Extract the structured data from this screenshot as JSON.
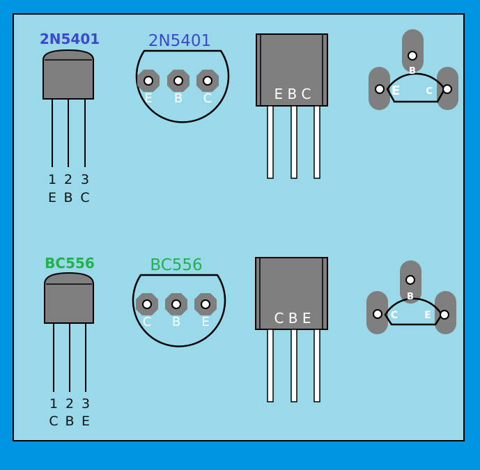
{
  "colors": {
    "background": "#0095E3",
    "panel": "#99D9EA",
    "body": "#7F7F7F",
    "outline": "#000000",
    "pnp_title": "#3F48CC",
    "bc_title": "#22B14C"
  },
  "devices": [
    {
      "part": "2N5401",
      "pin_numbers": [
        "1",
        "2",
        "3"
      ],
      "pin_names": [
        "E",
        "B",
        "C"
      ],
      "bottom_view": [
        "E",
        "B",
        "C"
      ],
      "side_view": "E B C",
      "footprint": {
        "top": "B",
        "left": "E",
        "right": "C"
      }
    },
    {
      "part": "BC556",
      "pin_numbers": [
        "1",
        "2",
        "3"
      ],
      "pin_names": [
        "C",
        "B",
        "E"
      ],
      "bottom_view": [
        "C",
        "B",
        "E"
      ],
      "side_view": "C B E",
      "footprint": {
        "top": "B",
        "left": "C",
        "right": "E"
      }
    }
  ]
}
